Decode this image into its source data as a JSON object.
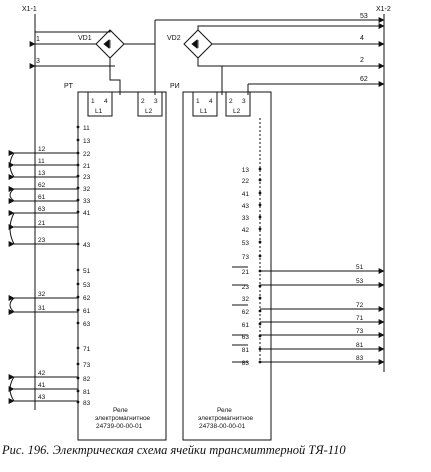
{
  "connectors": {
    "left": "X1-1",
    "right": "X1-2"
  },
  "relays": {
    "left": {
      "tag": "PT",
      "bridge": "VD1",
      "coil1": "L1",
      "coil2": "L2",
      "pins": [
        "1",
        "4",
        "2",
        "3"
      ],
      "name_line1": "Реле",
      "name_line2": "электромагнитное",
      "code": "24739-00-00-01"
    },
    "right": {
      "tag": "PИ",
      "bridge": "VD2",
      "coil1": "L1",
      "coil2": "L2",
      "pins": [
        "1",
        "4",
        "2",
        "3"
      ],
      "name_line1": "Реле",
      "name_line2": "электромагнитное",
      "code": "24738-00-00-01"
    }
  },
  "left_inputs": [
    "1",
    "3"
  ],
  "right_inputs": [
    "53",
    "4",
    "2",
    "62"
  ],
  "left_contact_column": [
    "11",
    "13",
    "22",
    "21",
    "23",
    "32",
    "33",
    "41",
    "43",
    "51",
    "53",
    "62",
    "61",
    "63",
    "71",
    "73",
    "82",
    "81",
    "83"
  ],
  "left_outputs": [
    "12",
    "11",
    "13",
    "62",
    "61",
    "63",
    "21",
    "23",
    "32",
    "31",
    "42",
    "41",
    "43"
  ],
  "right_contact_column": [
    "13",
    "22",
    "41",
    "43",
    "33",
    "42",
    "53",
    "73",
    "21",
    "23",
    "32",
    "62",
    "61",
    "63",
    "81",
    "83"
  ],
  "right_outputs": [
    "51",
    "53",
    "72",
    "71",
    "73",
    "81",
    "83"
  ],
  "caption": "Рис. 196. Электрическая схема ячейки трансмиттерной ТЯ-110"
}
